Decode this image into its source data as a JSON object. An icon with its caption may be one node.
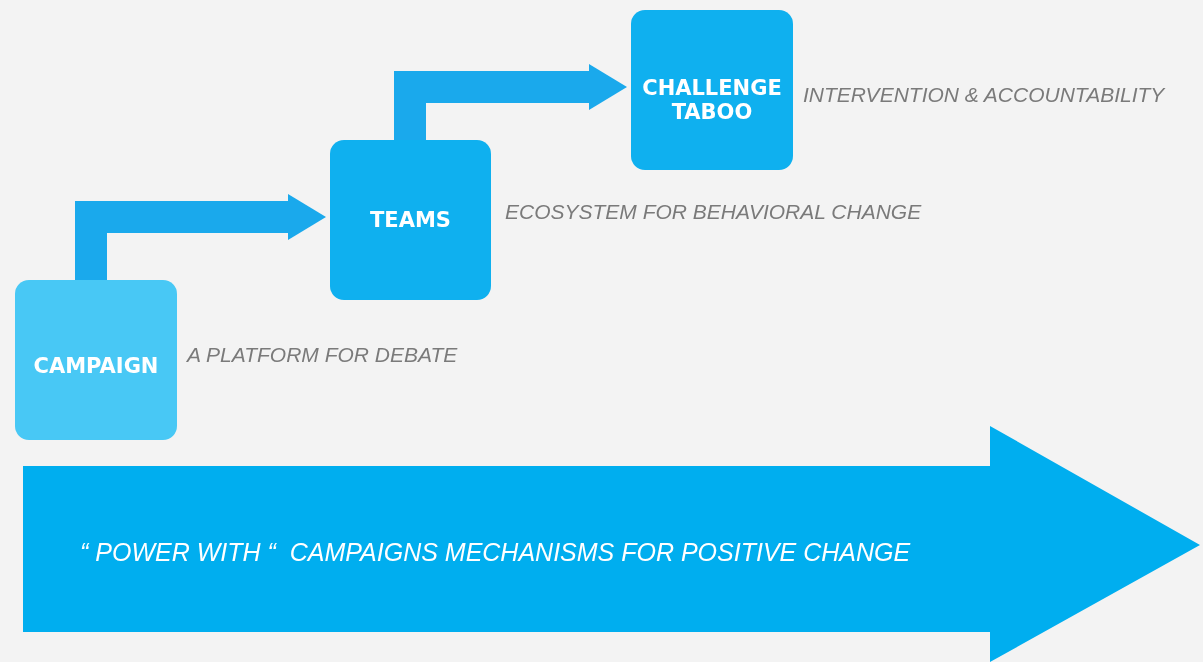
{
  "diagram": {
    "nodes": [
      {
        "text": [
          "CAMPAIGN"
        ],
        "beside": [
          "A PLATFORM FOR DEBATE"
        ]
      },
      {
        "text": [
          "TEAMS"
        ],
        "beside": [
          "ECOSYSTEM FOR BEHAVIORAL CHANGE"
        ]
      },
      {
        "text": [
          "CHALLENGE TABOO"
        ],
        "beside": [
          "INTERVENTION & ACCOUNTABILITY"
        ]
      },
      {
        "text": [
          "“ POWER WITH “  CAMPAIGNS MECHANISMS FOR POSITIVE CHANGE"
        ]
      }
    ],
    "edges": [
      {
        "from": 0,
        "to": 1,
        "arrow": "to"
      },
      {
        "from": 1,
        "to": 2,
        "arrow": "to"
      }
    ]
  }
}
